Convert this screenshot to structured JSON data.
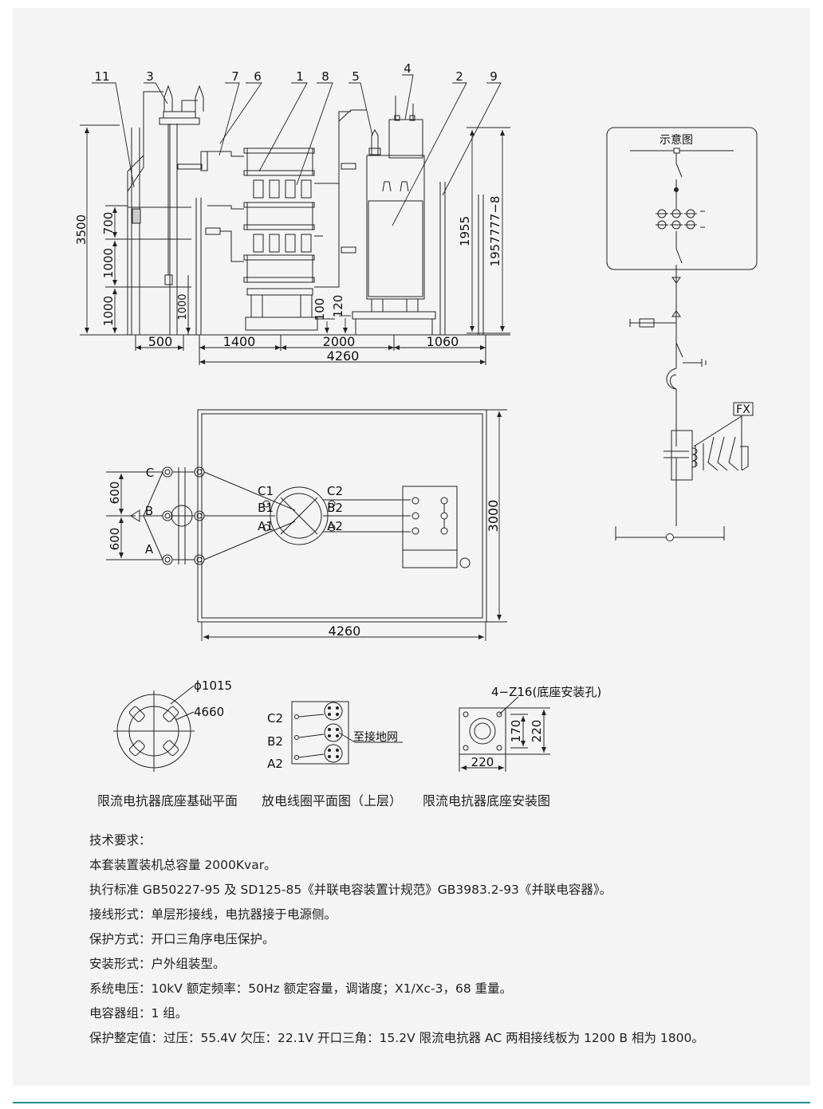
{
  "labels": {
    "part_numbers": [
      "11",
      "3",
      "7",
      "6",
      "1",
      "8",
      "5",
      "4",
      "2",
      "9"
    ],
    "schematic_title": "示意图",
    "fx": "FX",
    "phases": [
      "C",
      "B",
      "A"
    ],
    "coil_left": [
      "C1",
      "B1",
      "A1"
    ],
    "coil_right": [
      "C2",
      "B2",
      "A2"
    ],
    "discharge_phases": [
      "C2",
      "B2",
      "A2"
    ],
    "ground_note": "至接地网",
    "phi": "ϕ1015",
    "dim_4660": "4660",
    "hole_note": "4−Z16(底座安装孔)"
  },
  "dims": {
    "elev_h_total": "3500",
    "elev_h_700": "700",
    "elev_h_1000a": "1000",
    "elev_h_1000b": "1000",
    "elev_h_1000c": "1000",
    "elev_100": "100",
    "elev_120": "120",
    "elev_1955": "1955",
    "elev_1957777": "1957777−8",
    "elev_w_500": "500",
    "elev_w_1400": "1400",
    "elev_w_2000": "2000",
    "elev_w_1060": "1060",
    "elev_w_4260": "4260",
    "plan_600a": "600",
    "plan_600b": "600",
    "plan_3000": "3000",
    "plan_4260": "4260",
    "plate_170": "170",
    "plate_220v": "220",
    "plate_220h": "220"
  },
  "captions": {
    "c1": "限流电抗器底座基础平面",
    "c2": "放电线圈平面图（上层）",
    "c3": "限流电抗器底座安装图"
  },
  "notes": [
    "技术要求：",
    "本套装置装机总容量 2000Kvar。",
    "执行标准 GB50227-95 及 SD125-85《并联电容装置计规范》GB3983.2-93《并联电容器》。",
    "接线形式：单层形接线，电抗器接于电源侧。",
    "保护方式：开口三角序电压保护。",
    "安装形式：户外组装型。",
    "系统电压：10kV 额定频率：50Hz 额定容量，调谐度；X1/Xc-3，68 重量。",
    "电容器组：1 组。",
    "保护整定值：过压：55.4V 欠压：22.1V 开口三角：15.2V 限流电抗器 AC 两相接线板为 1200 B 相为 1800。"
  ],
  "colors": {
    "line": "#222222",
    "accent": "#1e8f8f",
    "sheet": "#f4f4f4"
  }
}
